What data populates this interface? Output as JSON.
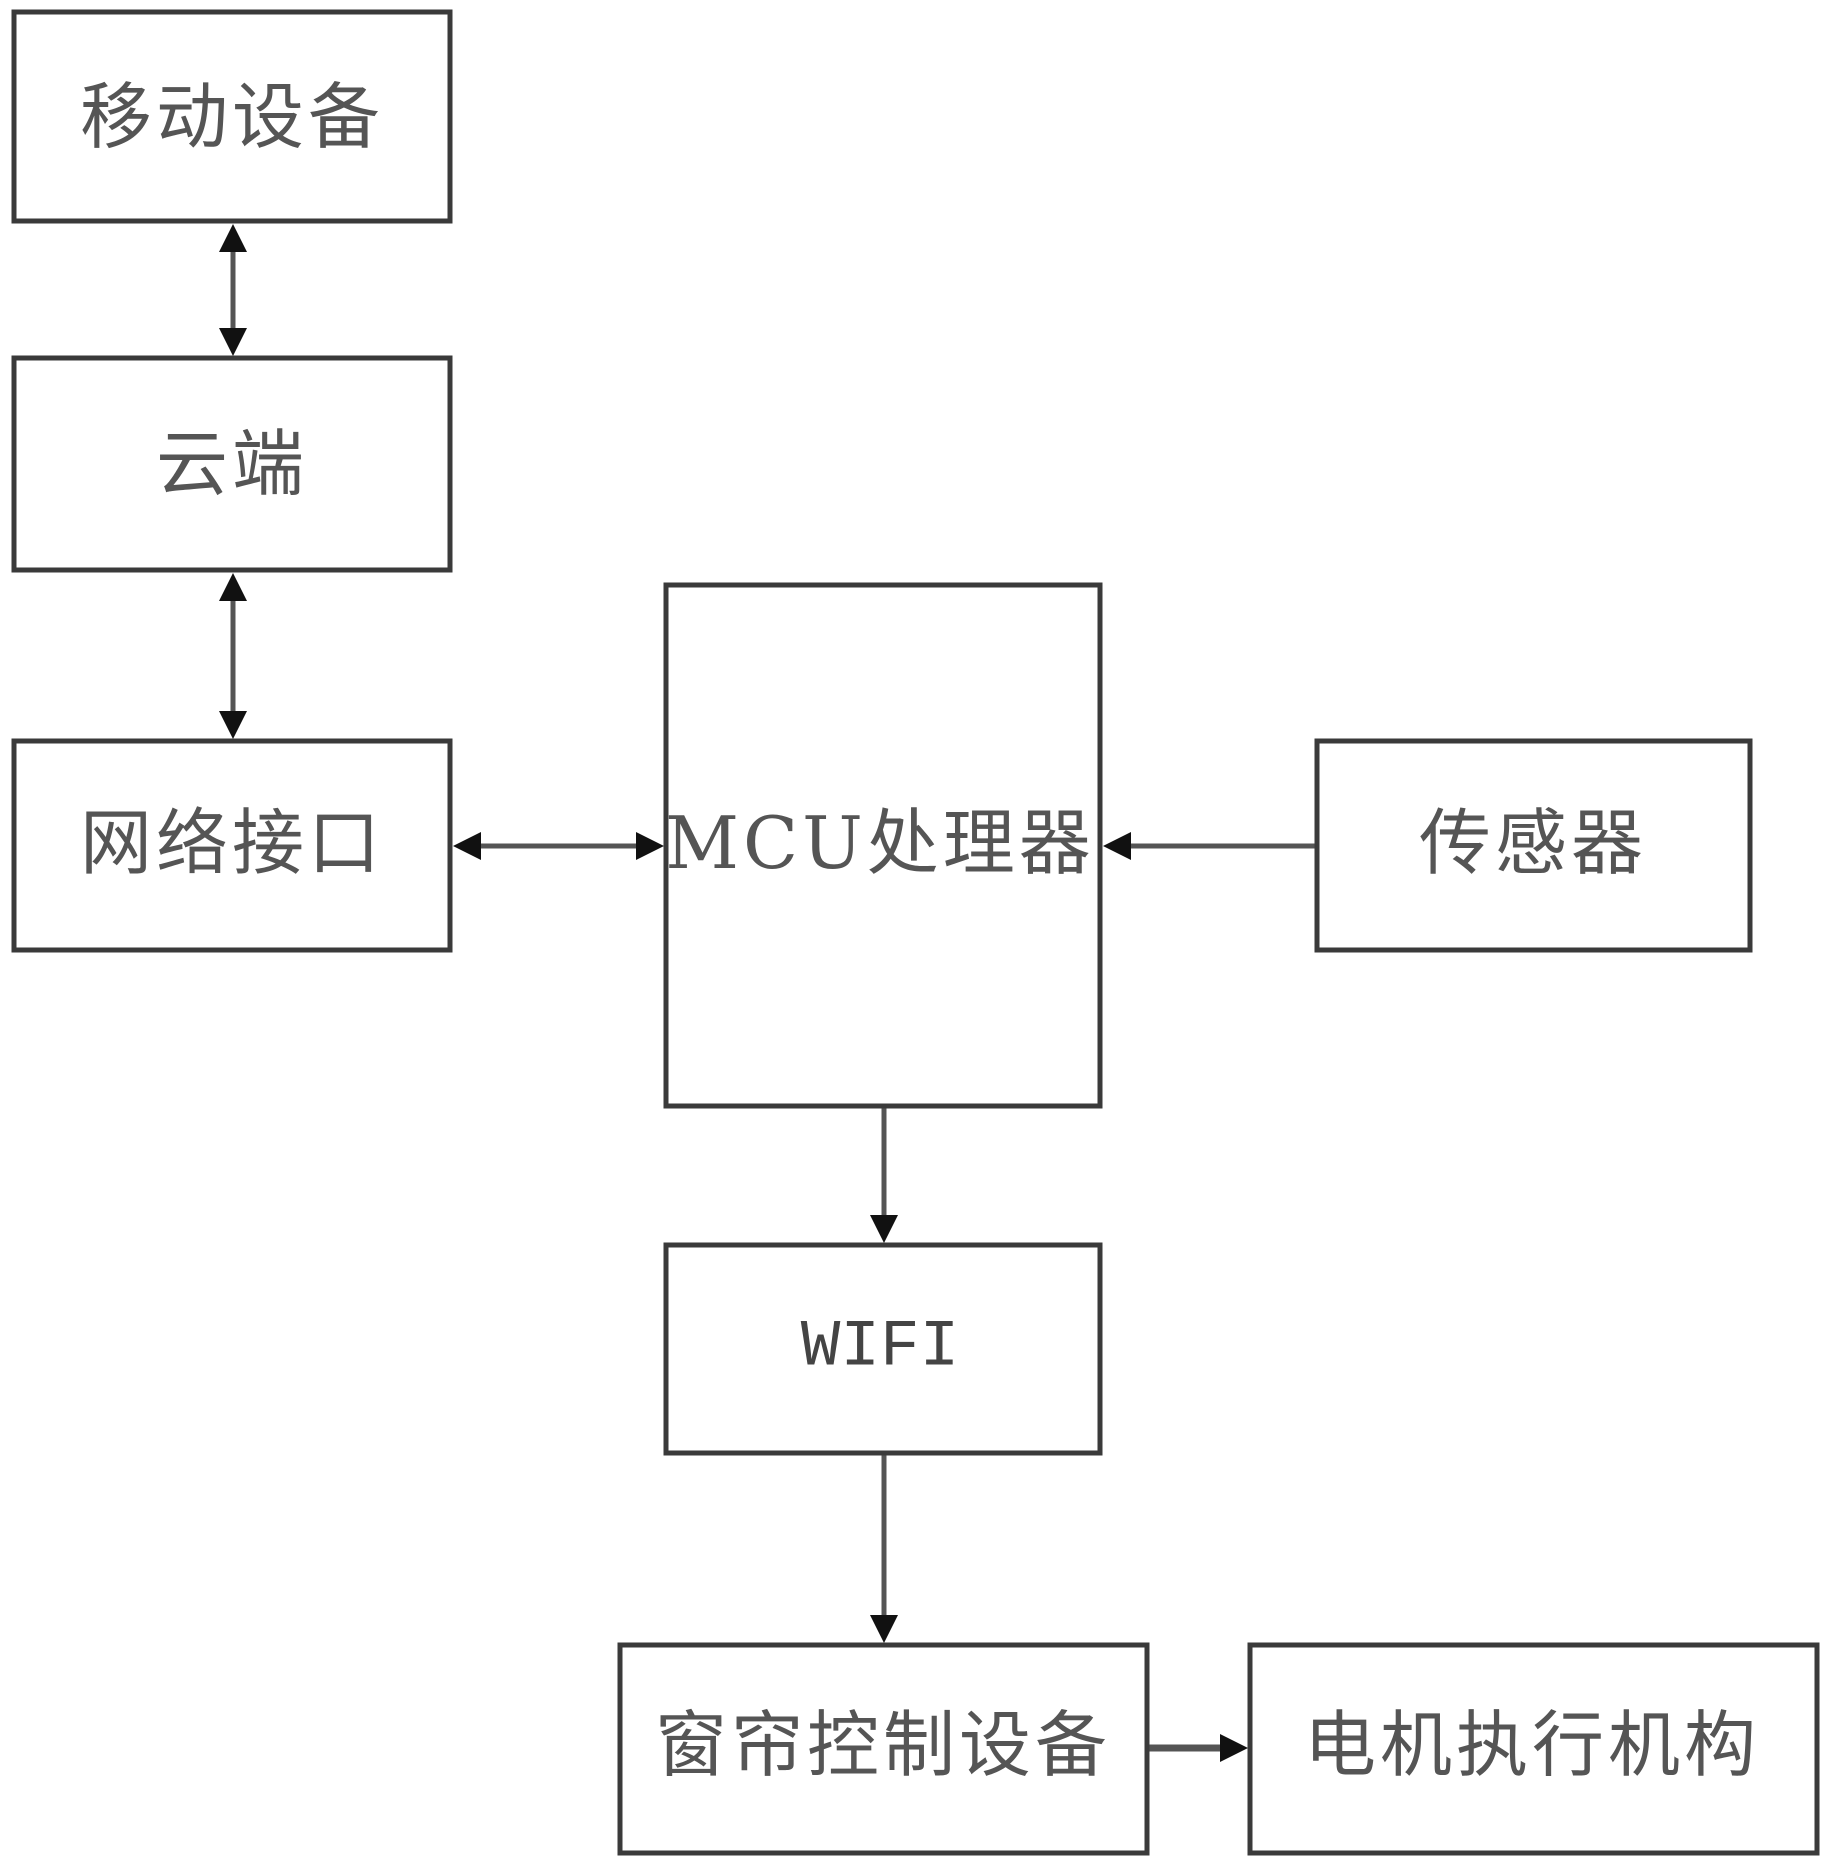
{
  "diagram": {
    "type": "block-diagram",
    "nodes": [
      {
        "id": "mobile",
        "label": "移动设备"
      },
      {
        "id": "cloud",
        "label": "云端"
      },
      {
        "id": "netif",
        "label": "网络接口"
      },
      {
        "id": "mcu",
        "label": "MCU处理器"
      },
      {
        "id": "sensor",
        "label": "传感器"
      },
      {
        "id": "wifi",
        "label": "WIFI"
      },
      {
        "id": "curtain",
        "label": "窗帘控制设备"
      },
      {
        "id": "motor",
        "label": "电机执行机构"
      }
    ],
    "edges": [
      {
        "from": "mobile",
        "to": "cloud",
        "direction": "bidirectional"
      },
      {
        "from": "cloud",
        "to": "netif",
        "direction": "bidirectional"
      },
      {
        "from": "netif",
        "to": "mcu",
        "direction": "bidirectional"
      },
      {
        "from": "sensor",
        "to": "mcu",
        "direction": "forward"
      },
      {
        "from": "mcu",
        "to": "wifi",
        "direction": "forward"
      },
      {
        "from": "wifi",
        "to": "curtain",
        "direction": "forward"
      },
      {
        "from": "curtain",
        "to": "motor",
        "direction": "forward"
      }
    ]
  }
}
